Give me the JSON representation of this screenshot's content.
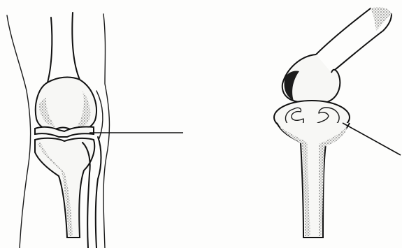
{
  "figures": [
    {
      "id": "front",
      "kind": "knee-joint-front-view",
      "labels": []
    },
    {
      "id": "side",
      "kind": "knee-joint-meniscus-view",
      "labels": []
    }
  ],
  "colors": {
    "ink": "#111111",
    "paper": "#fdfdfc",
    "shade": "#555555"
  }
}
